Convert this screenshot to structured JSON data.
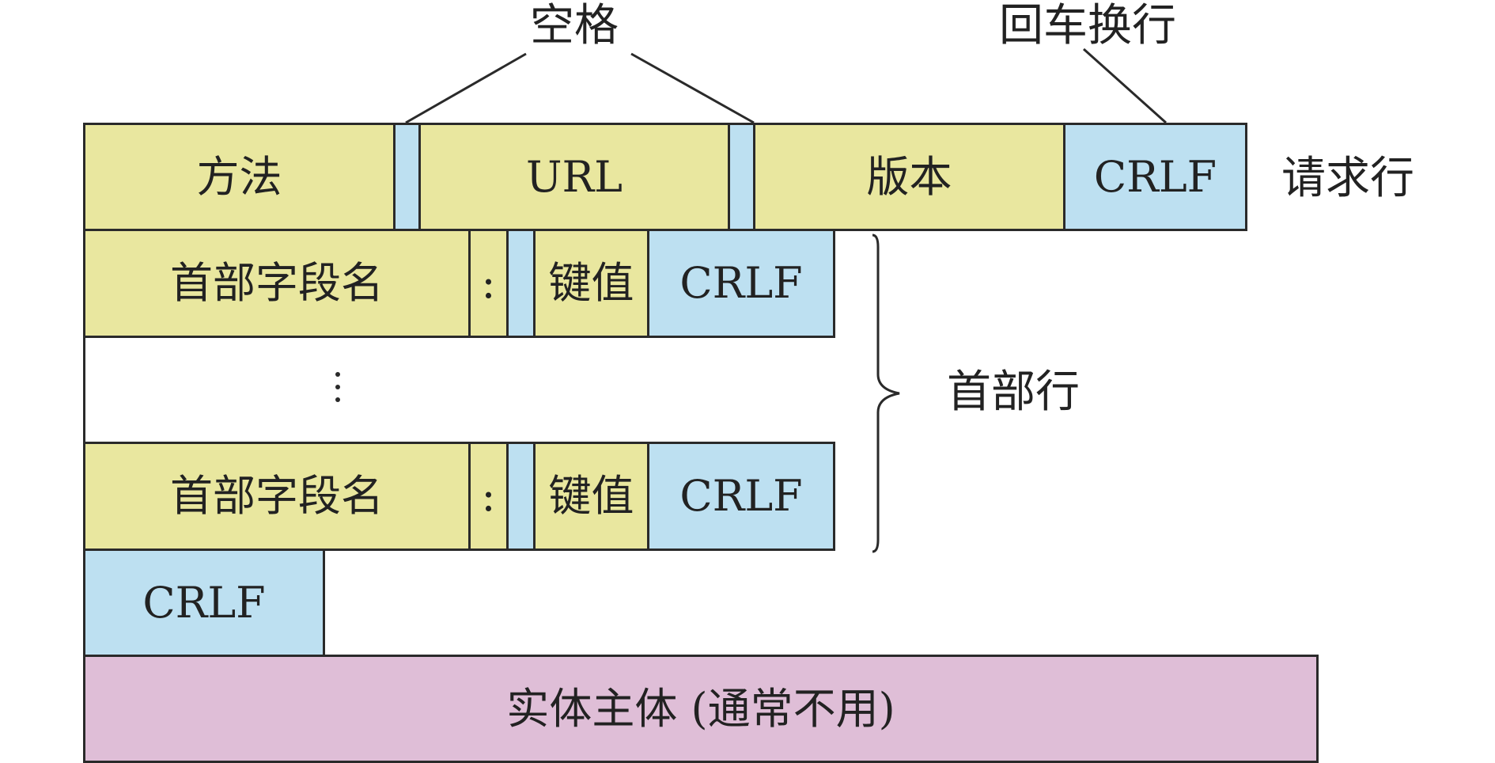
{
  "top_labels": {
    "space": "空格",
    "crlf_note": "回车换行"
  },
  "request_line": {
    "method": "方法",
    "url": "URL",
    "version": "版本",
    "crlf": "CRLF",
    "label": "请求行"
  },
  "header_lines": {
    "rows": [
      {
        "field_name": "首部字段名",
        "colon": ":",
        "value": "键值",
        "crlf": "CRLF"
      },
      {
        "field_name": "首部字段名",
        "colon": ":",
        "value": "键值",
        "crlf": "CRLF"
      }
    ],
    "label": "首部行"
  },
  "blank_line": {
    "crlf": "CRLF"
  },
  "entity_body": {
    "label": "实体主体 (通常不用)"
  },
  "colors": {
    "yellow": "#e9e79f",
    "blue": "#bde0f1",
    "pink": "#dfbed7",
    "stroke": "#2a2a2a"
  }
}
